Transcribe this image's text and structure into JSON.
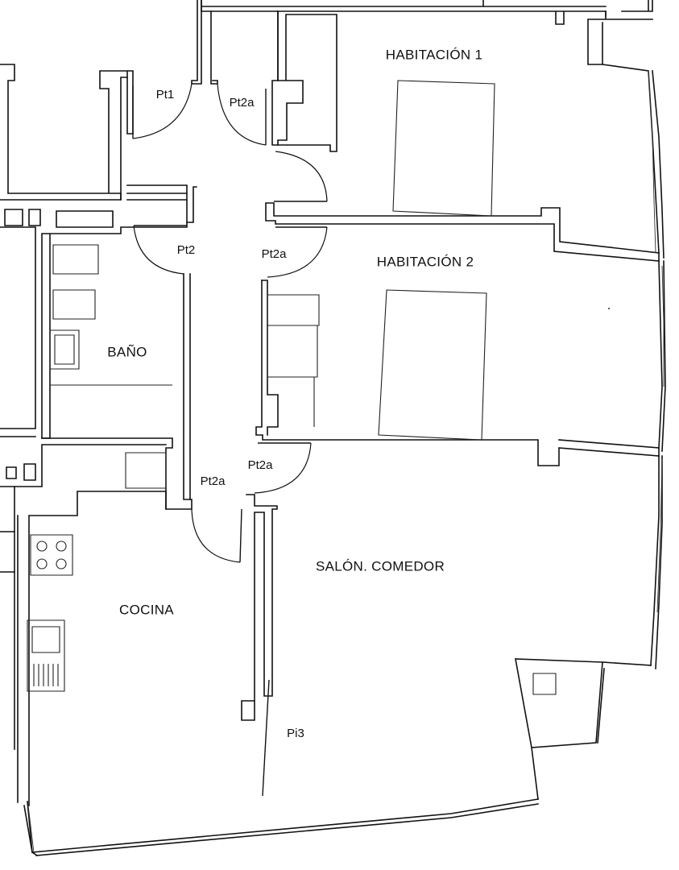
{
  "rooms": {
    "habitacion1": "HABITACIÓN 1",
    "habitacion2": "HABITACIÓN 2",
    "bano": "BAÑO",
    "salon": "SALÓN. COMEDOR",
    "cocina": "COCINA"
  },
  "doors": {
    "pt1": "Pt1",
    "pt2a_top": "Pt2a",
    "pt2": "Pt2",
    "pt2a_mid": "Pt2a",
    "pt2a_lower_right": "Pt2a",
    "pt2a_lower_left": "Pt2a",
    "pi3": "Pi3"
  }
}
